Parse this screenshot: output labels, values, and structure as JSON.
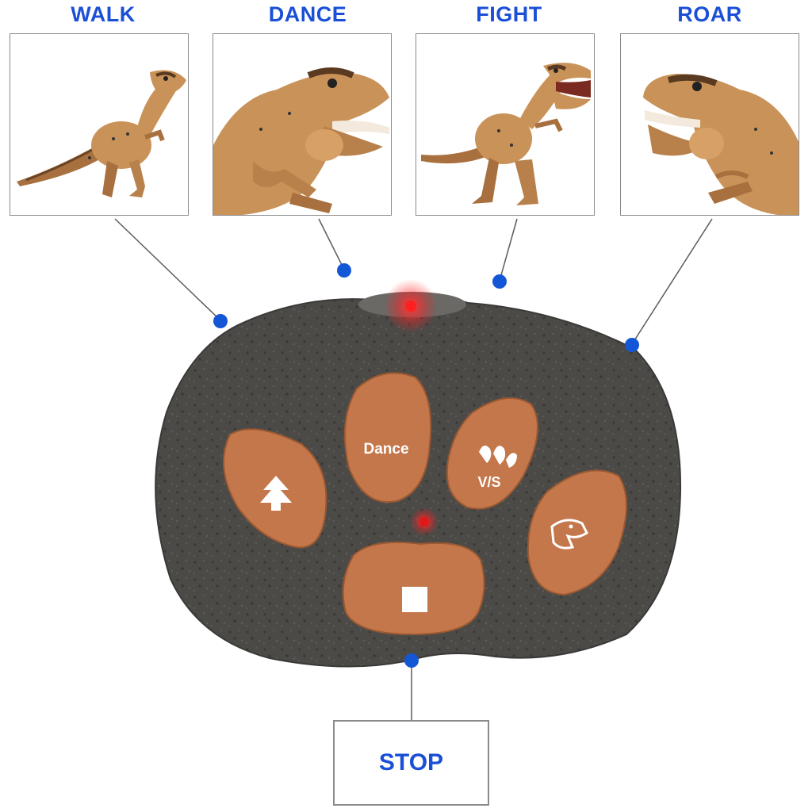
{
  "modes": [
    {
      "label": "WALK"
    },
    {
      "label": "DANCE"
    },
    {
      "label": "FIGHT"
    },
    {
      "label": "ROAR"
    }
  ],
  "stop": {
    "label": "STOP"
  },
  "remote": {
    "buttons": [
      {
        "icon": "tree-arrow-icon"
      },
      {
        "text": "Dance"
      },
      {
        "text": "V/S",
        "icon": "claw-icon"
      },
      {
        "icon": "dino-head-icon"
      },
      {
        "icon": "square-stop-icon"
      }
    ]
  },
  "colors": {
    "label_blue": "#1a4fd6",
    "callout_dot": "#1457d6",
    "remote_body": "#4b4a47",
    "button_orange": "#c4774a",
    "led_red": "#ff2020",
    "dino_tan": "#c99258"
  }
}
